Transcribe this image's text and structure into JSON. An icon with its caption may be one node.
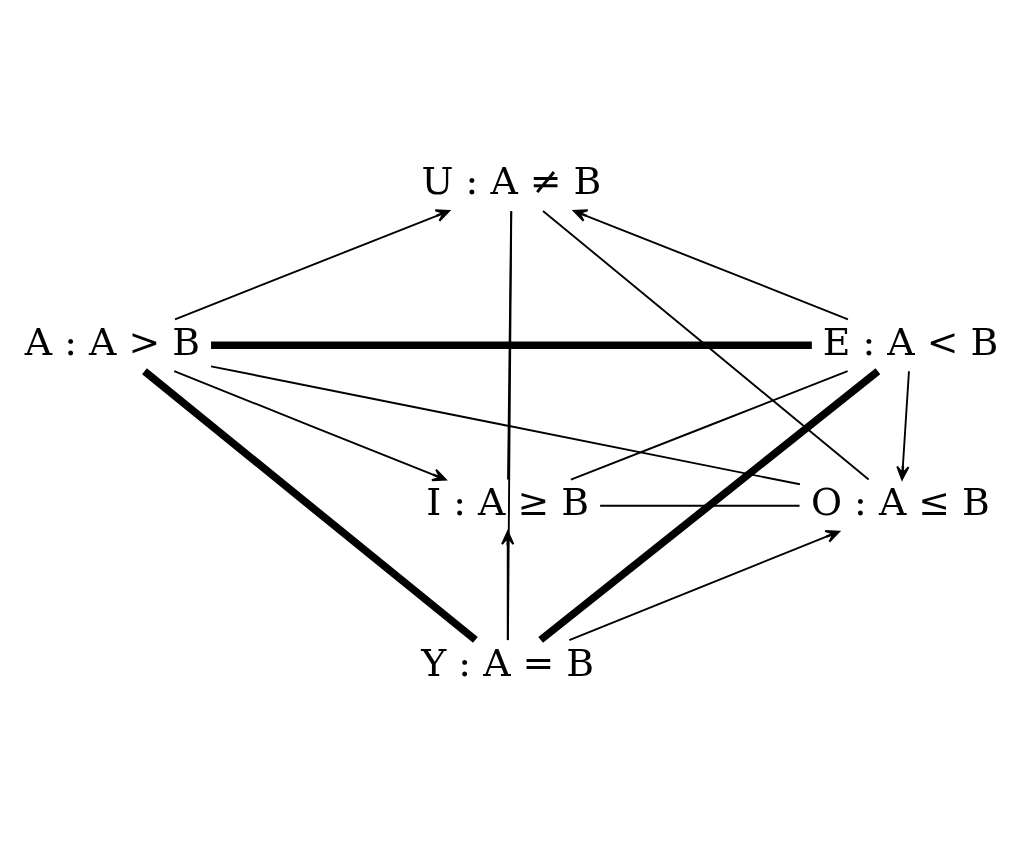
{
  "diagram": {
    "nodes": [
      {
        "text": [
          "U : A ≠ B"
        ]
      },
      {
        "text": [
          "A : A > B"
        ]
      },
      {
        "text": [
          "E : A < B"
        ]
      },
      {
        "text": [
          "I : A ≥ B"
        ]
      },
      {
        "text": [
          "O : A ≤ B"
        ]
      },
      {
        "text": [
          "Y : A = B"
        ]
      }
    ],
    "edges": [
      {
        "from": 1,
        "to": 0,
        "arrow": "to"
      },
      {
        "from": 2,
        "to": 0,
        "arrow": "to"
      },
      {
        "from": 0,
        "to": 3,
        "arrow": "none"
      },
      {
        "from": 0,
        "to": 5,
        "arrow": "none"
      },
      {
        "from": 0,
        "to": 4,
        "arrow": "none"
      },
      {
        "from": 1,
        "to": 2,
        "arrow": "none",
        "style": "thick"
      },
      {
        "from": 1,
        "to": 3,
        "arrow": "to"
      },
      {
        "from": 1,
        "to": 5,
        "arrow": "none",
        "style": "thick"
      },
      {
        "from": 1,
        "to": 4,
        "arrow": "none"
      },
      {
        "from": 2,
        "to": 3,
        "arrow": "none"
      },
      {
        "from": 2,
        "to": 5,
        "arrow": "none",
        "style": "thick"
      },
      {
        "from": 2,
        "to": 4,
        "arrow": "to"
      },
      {
        "from": 3,
        "to": 4,
        "arrow": "none"
      },
      {
        "from": 5,
        "to": 3,
        "arrow": "to"
      },
      {
        "from": 5,
        "to": 4,
        "arrow": "to"
      }
    ]
  }
}
